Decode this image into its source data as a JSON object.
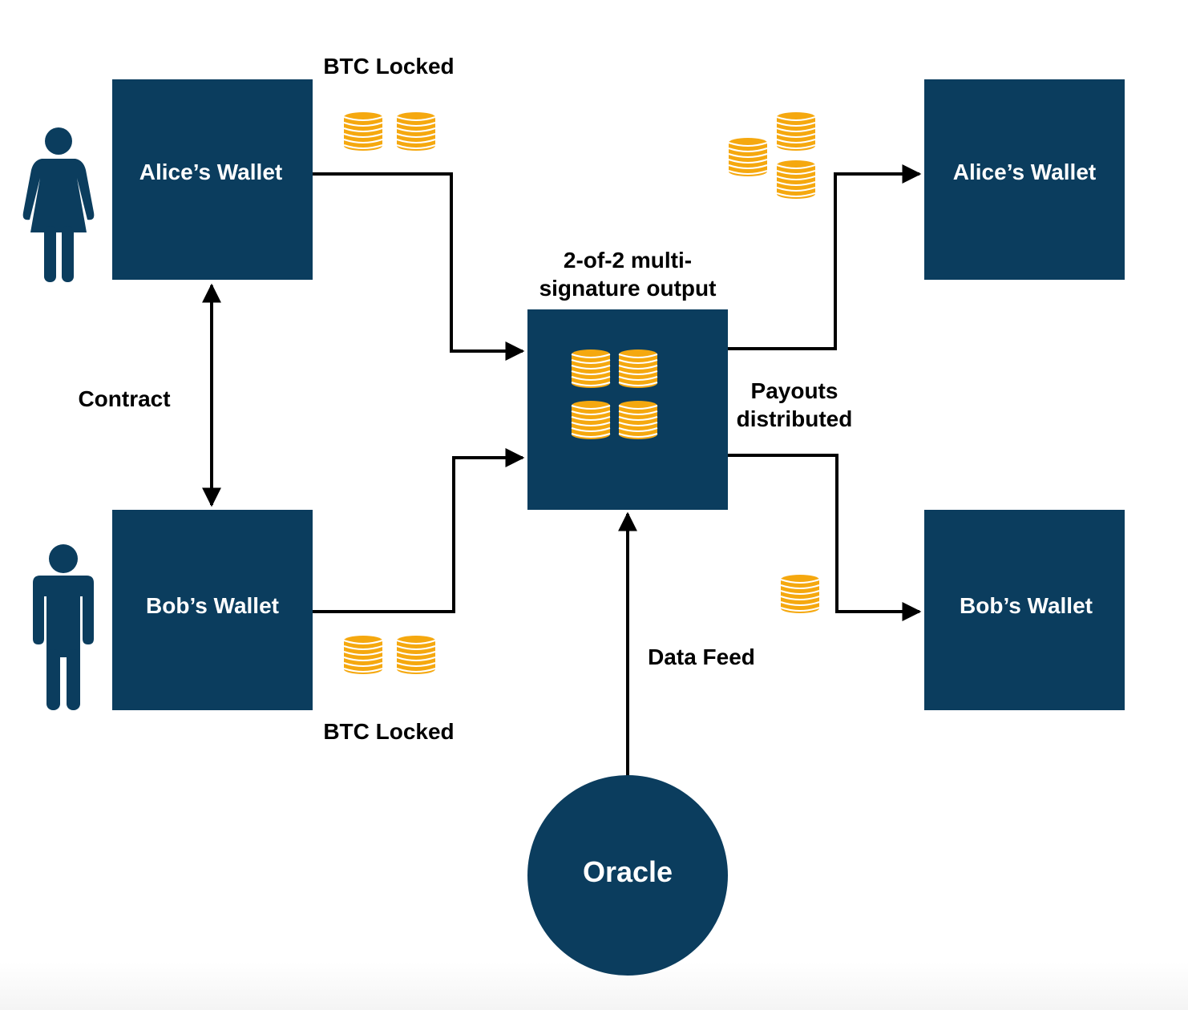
{
  "colors": {
    "box": "#0b3d5e",
    "coin": "#f5a80f",
    "coin_stripe": "#ffffff",
    "arrow": "#000000",
    "background": "#ffffff"
  },
  "nodes": {
    "alice_wallet_left": "Alice’s Wallet",
    "bob_wallet_left": "Bob’s Wallet",
    "multisig": "",
    "alice_wallet_right": "Alice’s Wallet",
    "bob_wallet_right": "Bob’s Wallet",
    "oracle": "Oracle"
  },
  "labels": {
    "btc_locked_top": "BTC Locked",
    "btc_locked_bottom": "BTC Locked",
    "multisig_title_line1": "2-of-2 multi-",
    "multisig_title_line2": "signature output",
    "contract": "Contract",
    "payouts_line1": "Payouts",
    "payouts_line2": "distributed",
    "data_feed": "Data Feed"
  },
  "icons": {
    "alice_person": "female-person-icon",
    "bob_person": "male-person-icon",
    "coin": "coin-stack-icon"
  }
}
